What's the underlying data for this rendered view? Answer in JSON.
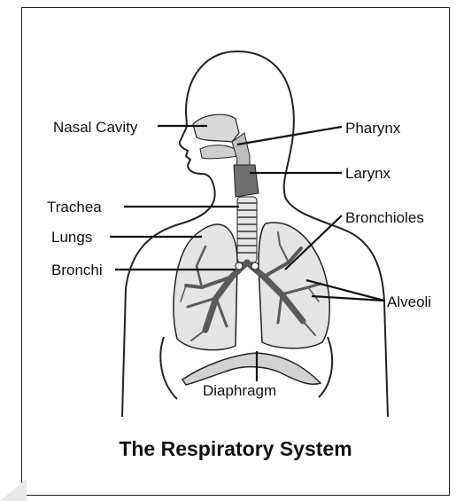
{
  "diagram": {
    "caption": "The Respiratory System",
    "labels": {
      "nasal_cavity": "Nasal Cavity",
      "pharynx": "Pharynx",
      "larynx": "Larynx",
      "trachea": "Trachea",
      "bronchioles": "Bronchioles",
      "lungs": "Lungs",
      "bronchi": "Bronchi",
      "alveoli": "Alveoli",
      "diaphragm": "Diaphragm"
    }
  }
}
